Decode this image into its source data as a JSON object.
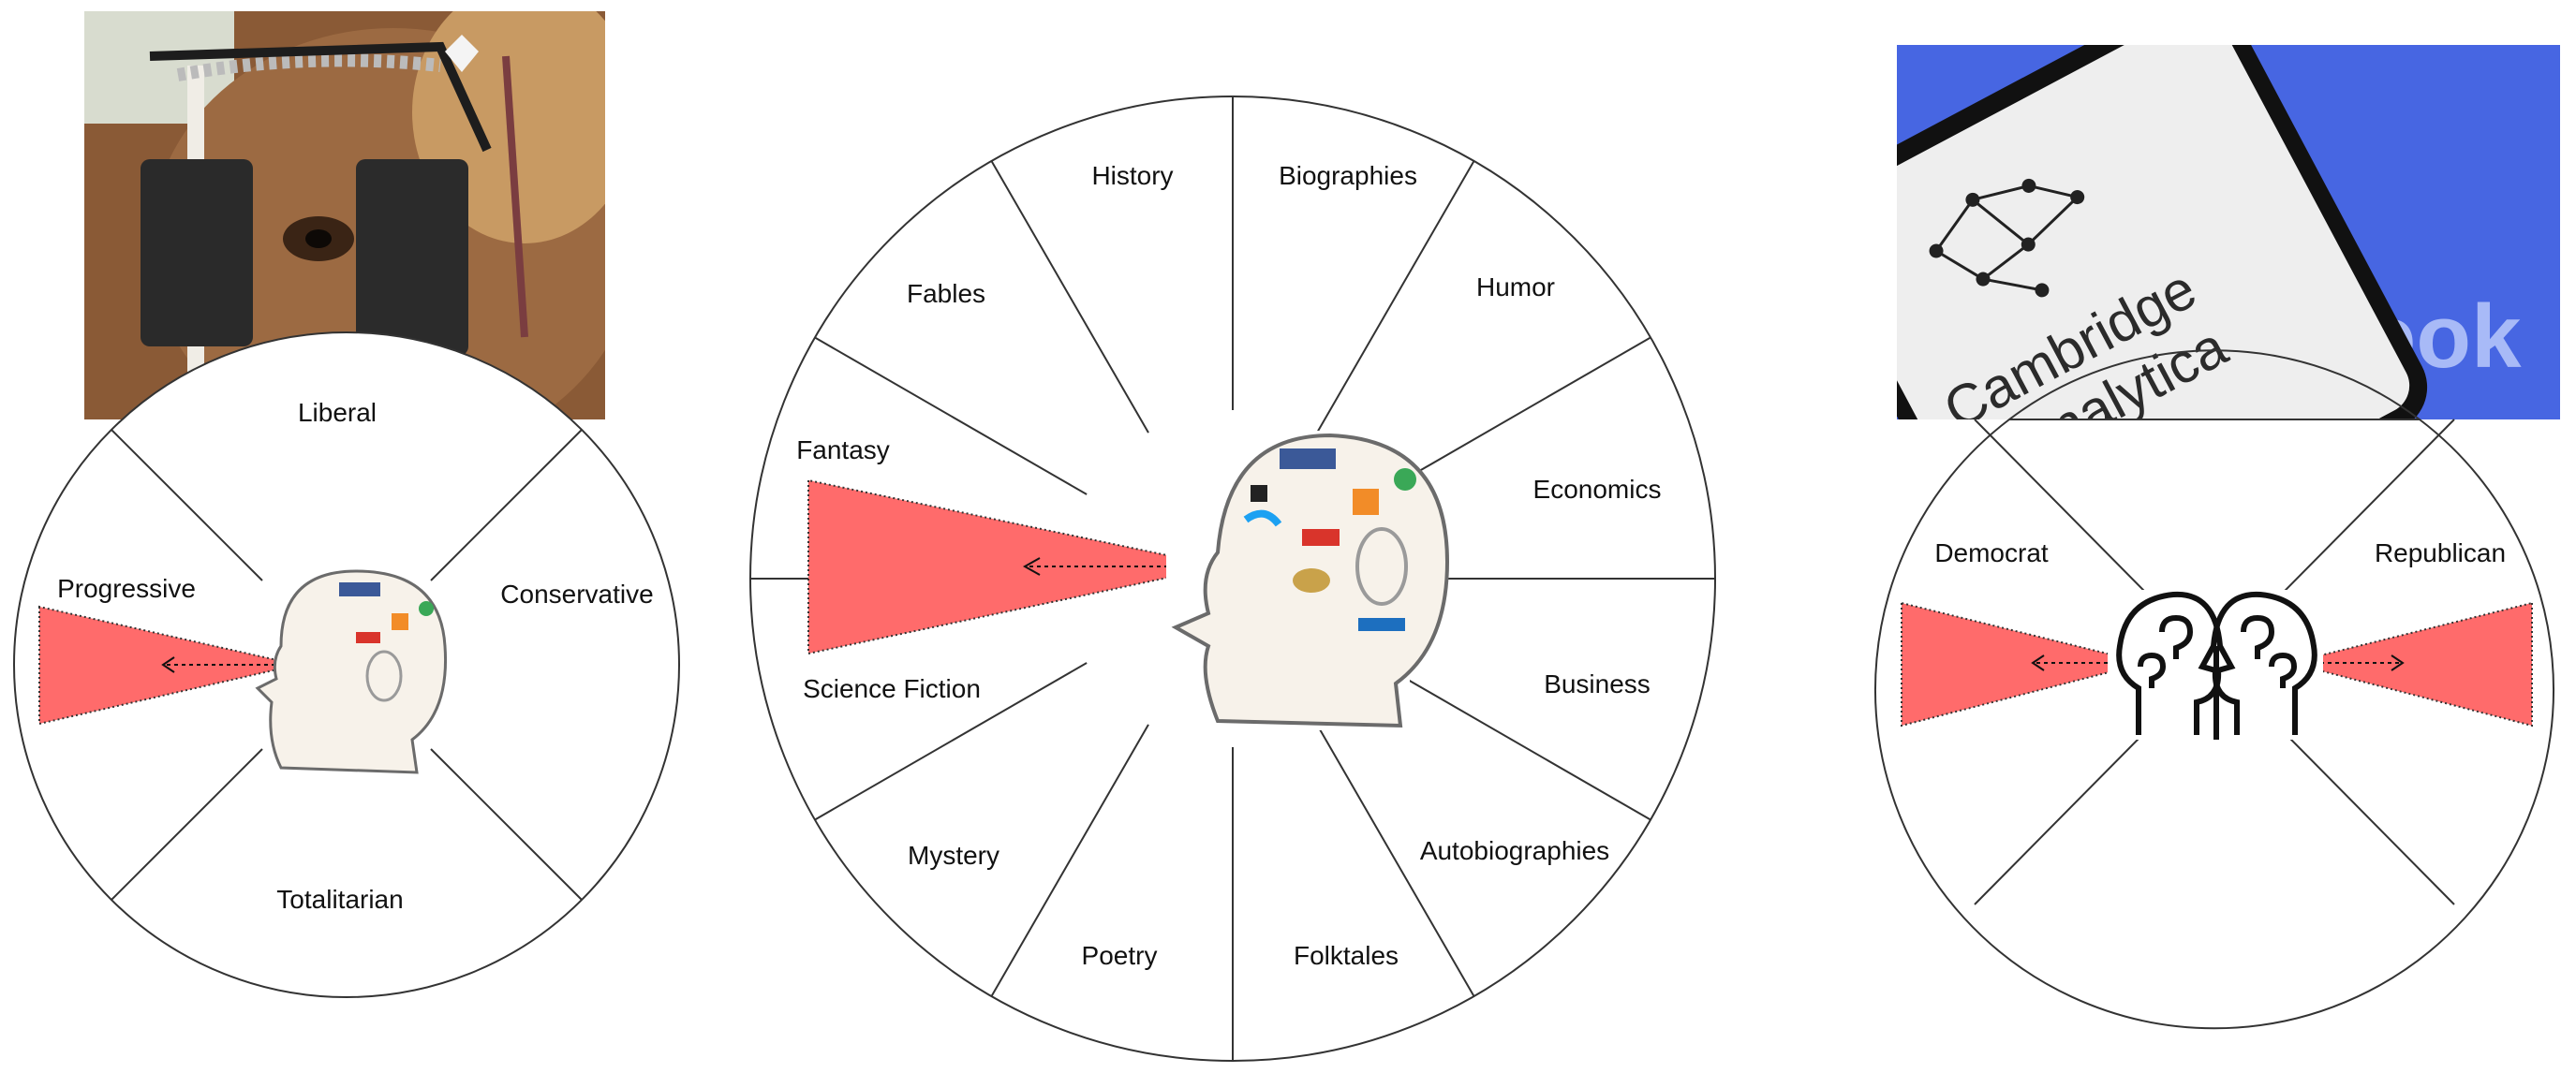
{
  "diagrams": [
    {
      "id": "left",
      "segment_labels": [
        "Liberal",
        "Conservative",
        "Totalitarian",
        "Progressive"
      ]
    },
    {
      "id": "center",
      "segment_labels": [
        "History",
        "Biographies",
        "Humor",
        "Economics",
        "Business",
        "Autobiographies",
        "Folktales",
        "Poetry",
        "Mystery",
        "Science Fiction",
        "Fantasy",
        "Fables"
      ]
    },
    {
      "id": "right",
      "segment_labels": [
        "Democrat",
        "Republican"
      ]
    }
  ],
  "photos": {
    "right_photo_text": {
      "brand_large": "facebook",
      "logo_line1": "Cambridge",
      "logo_line2": "Analytica"
    }
  },
  "colors": {
    "wedge": "#ff6b6b",
    "outline": "#333333",
    "facebook_blue": "#3b5bdb"
  }
}
